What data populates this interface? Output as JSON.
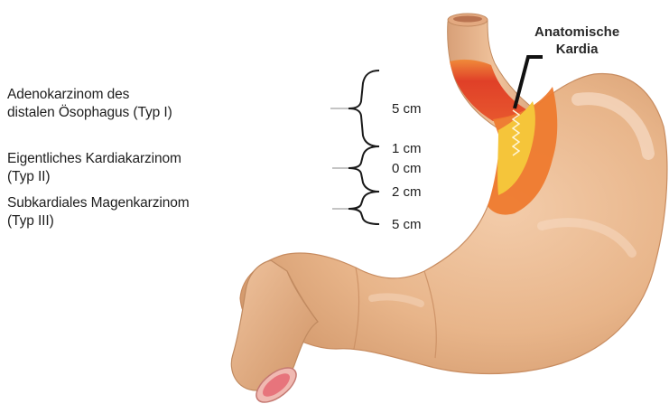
{
  "labels": {
    "typ1": [
      "Adenokarzinom des",
      "distalen Ösophagus (Typ I)"
    ],
    "typ2": [
      "Eigentliches Kardiakarzinom",
      "(Typ II)"
    ],
    "typ3": [
      "Subkardiales Magenkarzinom",
      "(Typ III)"
    ]
  },
  "measurements": {
    "upper_5cm": "5 cm",
    "upper_1cm": "1 cm",
    "zero_cm": "0 cm",
    "lower_2cm": "2 cm",
    "lower_5cm": "5 cm"
  },
  "cardia_label": [
    "Anatomische",
    "Kardia"
  ],
  "colors": {
    "stomach": "#e8b58a",
    "stomach_shadow": "#d49a6a",
    "highlight": "#f6dcc2",
    "esophagus_red": "#e2402a",
    "tumor_orange": "#ee7a2e",
    "cardia_yellow": "#f5c53a",
    "lumen_pink": "#e7747c",
    "pointer": "#111111"
  }
}
